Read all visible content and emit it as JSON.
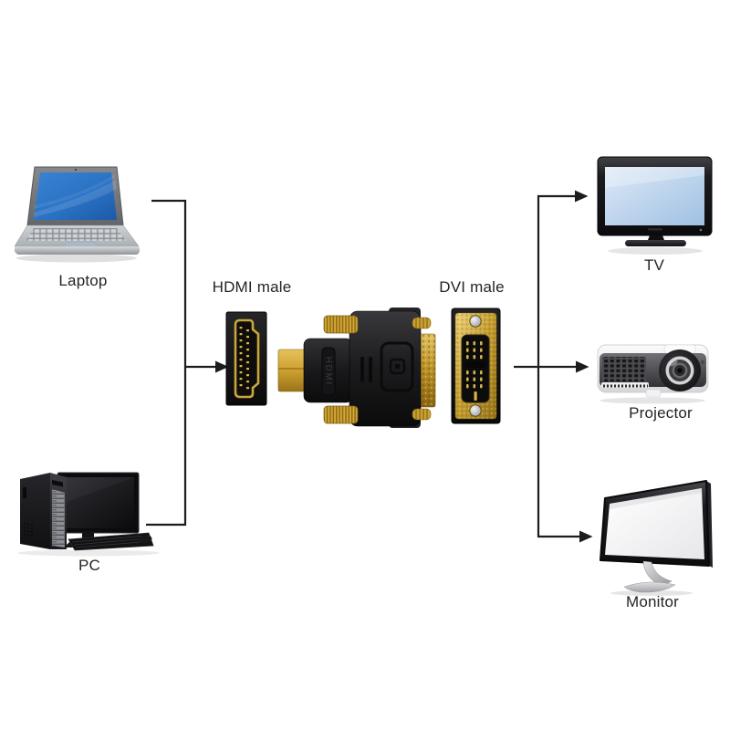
{
  "page": {
    "background": "#ffffff"
  },
  "sources": [
    {
      "id": "laptop",
      "label": "Laptop"
    },
    {
      "id": "pc",
      "label": "PC"
    }
  ],
  "adapter": {
    "hdmi_label": "HDMI male",
    "dvi_label": "DVI male",
    "embossed_text": "HDMI"
  },
  "outputs": [
    {
      "id": "tv",
      "label": "TV"
    },
    {
      "id": "projector",
      "label": "Projector"
    },
    {
      "id": "monitor",
      "label": "Monitor"
    }
  ],
  "colors": {
    "line": "#1c1c1c",
    "label_text": "#272325",
    "gold": "#c9a53b",
    "laptop_screen_blue": "#2a72c4",
    "tv_screen_blue": "#bdd5ee"
  }
}
